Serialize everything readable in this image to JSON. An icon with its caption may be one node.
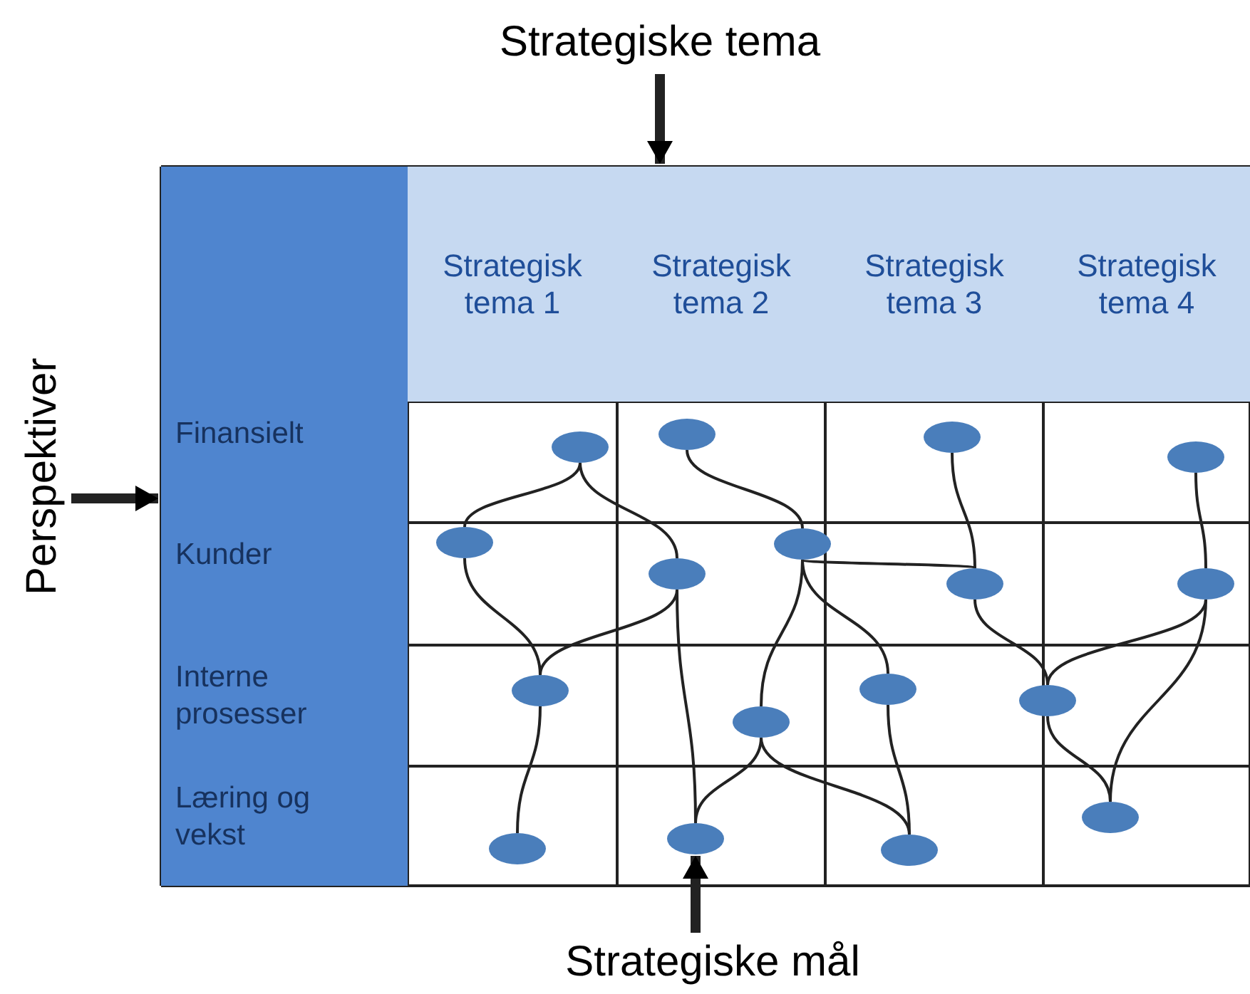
{
  "diagram": {
    "nodes": [
      {
        "text": [
          "Strategiske tema"
        ]
      },
      {
        "text": [
          "Strategisk tema 1"
        ]
      },
      {
        "text": [
          "Strategisk tema 2"
        ]
      },
      {
        "text": [
          "Strategisk tema 3"
        ]
      },
      {
        "text": [
          "Strategisk tema 4"
        ]
      },
      {
        "text": [
          "Perspektiver"
        ]
      },
      {
        "text": [
          "Finansielt"
        ]
      },
      {
        "text": [
          "Kunder"
        ]
      },
      {
        "text": [
          "Interne prosesser"
        ]
      },
      {
        "text": [
          "Læring og vekst"
        ]
      },
      {
        "text": [],
        "shape": "ellipse"
      },
      {
        "text": [],
        "shape": "ellipse"
      },
      {
        "text": [],
        "shape": "ellipse"
      },
      {
        "text": [],
        "shape": "ellipse"
      },
      {
        "text": [],
        "shape": "ellipse"
      },
      {
        "text": [],
        "shape": "ellipse"
      },
      {
        "text": [],
        "shape": "ellipse"
      },
      {
        "text": [],
        "shape": "ellipse"
      },
      {
        "text": [],
        "shape": "ellipse"
      },
      {
        "text": [],
        "shape": "ellipse"
      },
      {
        "text": [],
        "shape": "ellipse"
      },
      {
        "text": [],
        "shape": "ellipse"
      },
      {
        "text": [],
        "shape": "ellipse"
      },
      {
        "text": [],
        "shape": "ellipse"
      },
      {
        "text": [],
        "shape": "ellipse"
      },
      {
        "text": [],
        "shape": "ellipse"
      },
      {
        "text": [],
        "shape": "ellipse"
      },
      {
        "text": [
          "Strategiske mål"
        ]
      }
    ],
    "edges": [
      {
        "from": 10,
        "to": 14,
        "arrow": "none"
      },
      {
        "from": 10,
        "to": 15,
        "arrow": "none"
      },
      {
        "from": 11,
        "to": 16,
        "arrow": "none"
      },
      {
        "from": 12,
        "to": 17,
        "arrow": "none"
      },
      {
        "from": 13,
        "to": 18,
        "arrow": "none"
      },
      {
        "from": 14,
        "to": 19,
        "arrow": "none"
      },
      {
        "from": 15,
        "to": 19,
        "arrow": "none"
      },
      {
        "from": 15,
        "to": 24,
        "arrow": "none"
      },
      {
        "from": 16,
        "to": 17,
        "arrow": "none"
      },
      {
        "from": 16,
        "to": 20,
        "arrow": "none"
      },
      {
        "from": 16,
        "to": 21,
        "arrow": "none"
      },
      {
        "from": 17,
        "to": 22,
        "arrow": "none"
      },
      {
        "from": 18,
        "to": 22,
        "arrow": "none"
      },
      {
        "from": 18,
        "to": 26,
        "arrow": "none"
      },
      {
        "from": 19,
        "to": 23,
        "arrow": "none"
      },
      {
        "from": 20,
        "to": 24,
        "arrow": "none"
      },
      {
        "from": 20,
        "to": 25,
        "arrow": "none"
      },
      {
        "from": 21,
        "to": 25,
        "arrow": "none"
      },
      {
        "from": 22,
        "to": 26,
        "arrow": "none"
      },
      {
        "from": 0,
        "to": 2,
        "arrow": "to",
        "style": "thick"
      },
      {
        "from": 5,
        "to": 6,
        "arrow": "to",
        "style": "thick"
      },
      {
        "from": 27,
        "to": 24,
        "arrow": "to",
        "style": "thick"
      }
    ]
  }
}
